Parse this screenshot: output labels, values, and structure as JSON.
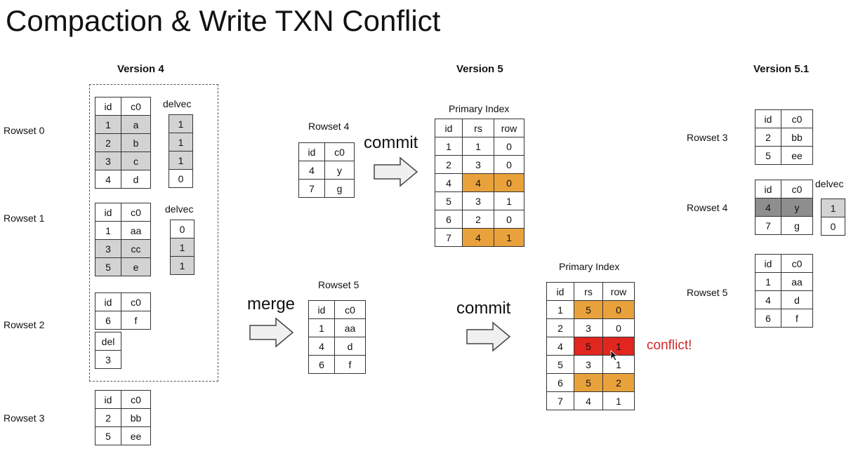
{
  "title": "Compaction & Write TXN Conflict",
  "versions": {
    "v4": "Version 4",
    "v5": "Version 5",
    "v51": "Version 5.1"
  },
  "rowset_labels": {
    "r0": "Rowset 0",
    "r1": "Rowset 1",
    "r2": "Rowset 2",
    "r3": "Rowset 3",
    "v51_r3": "Rowset 3",
    "v51_r4": "Rowset 4",
    "v51_r5": "Rowset 5"
  },
  "captions": {
    "delvec_r0": "delvec",
    "delvec_r1": "delvec",
    "delvec_v51": "delvec",
    "rowset4": "Rowset 4",
    "rowset5": "Rowset 5",
    "pi_top": "Primary Index",
    "pi_bottom": "Primary Index"
  },
  "actions": {
    "commit_top": "commit",
    "commit_bottom": "commit",
    "merge": "merge",
    "conflict": "conflict!"
  },
  "colors": {
    "gray": "#d3d3d3",
    "dark_gray": "#8e8e8e",
    "orange": "#e9a23b",
    "red": "#e0261f",
    "conflict_text": "#d0262a"
  },
  "tables": {
    "v4_r0": [
      [
        "id",
        "c0"
      ],
      [
        "1",
        "a"
      ],
      [
        "2",
        "b"
      ],
      [
        "3",
        "c"
      ],
      [
        "4",
        "d"
      ]
    ],
    "v4_r0_delvec": [
      [
        "1"
      ],
      [
        "1"
      ],
      [
        "1"
      ],
      [
        "0"
      ]
    ],
    "v4_r1": [
      [
        "id",
        "c0"
      ],
      [
        "1",
        "aa"
      ],
      [
        "3",
        "cc"
      ],
      [
        "5",
        "e"
      ]
    ],
    "v4_r1_delvec": [
      [
        "0"
      ],
      [
        "1"
      ],
      [
        "1"
      ]
    ],
    "v4_r2": [
      [
        "id",
        "c0"
      ],
      [
        "6",
        "f"
      ]
    ],
    "v4_r2_del": [
      [
        "del"
      ],
      [
        "3"
      ]
    ],
    "v4_r3": [
      [
        "id",
        "c0"
      ],
      [
        "2",
        "bb"
      ],
      [
        "5",
        "ee"
      ]
    ],
    "rowset4": [
      [
        "id",
        "c0"
      ],
      [
        "4",
        "y"
      ],
      [
        "7",
        "g"
      ]
    ],
    "rowset5": [
      [
        "id",
        "c0"
      ],
      [
        "1",
        "aa"
      ],
      [
        "4",
        "d"
      ],
      [
        "6",
        "f"
      ]
    ],
    "pi_top": [
      [
        "id",
        "rs",
        "row"
      ],
      [
        "1",
        "1",
        "0"
      ],
      [
        "2",
        "3",
        "0"
      ],
      [
        "4",
        "4",
        "0"
      ],
      [
        "5",
        "3",
        "1"
      ],
      [
        "6",
        "2",
        "0"
      ],
      [
        "7",
        "4",
        "1"
      ]
    ],
    "pi_bottom": [
      [
        "id",
        "rs",
        "row"
      ],
      [
        "1",
        "5",
        "0"
      ],
      [
        "2",
        "3",
        "0"
      ],
      [
        "4",
        "5",
        "1"
      ],
      [
        "5",
        "3",
        "1"
      ],
      [
        "6",
        "5",
        "2"
      ],
      [
        "7",
        "4",
        "1"
      ]
    ],
    "v51_r3": [
      [
        "id",
        "c0"
      ],
      [
        "2",
        "bb"
      ],
      [
        "5",
        "ee"
      ]
    ],
    "v51_r4": [
      [
        "id",
        "c0"
      ],
      [
        "4",
        "y"
      ],
      [
        "7",
        "g"
      ]
    ],
    "v51_r4_delvec": [
      [
        "1"
      ],
      [
        "0"
      ]
    ],
    "v51_r5": [
      [
        "id",
        "c0"
      ],
      [
        "1",
        "aa"
      ],
      [
        "4",
        "d"
      ],
      [
        "6",
        "f"
      ]
    ]
  }
}
